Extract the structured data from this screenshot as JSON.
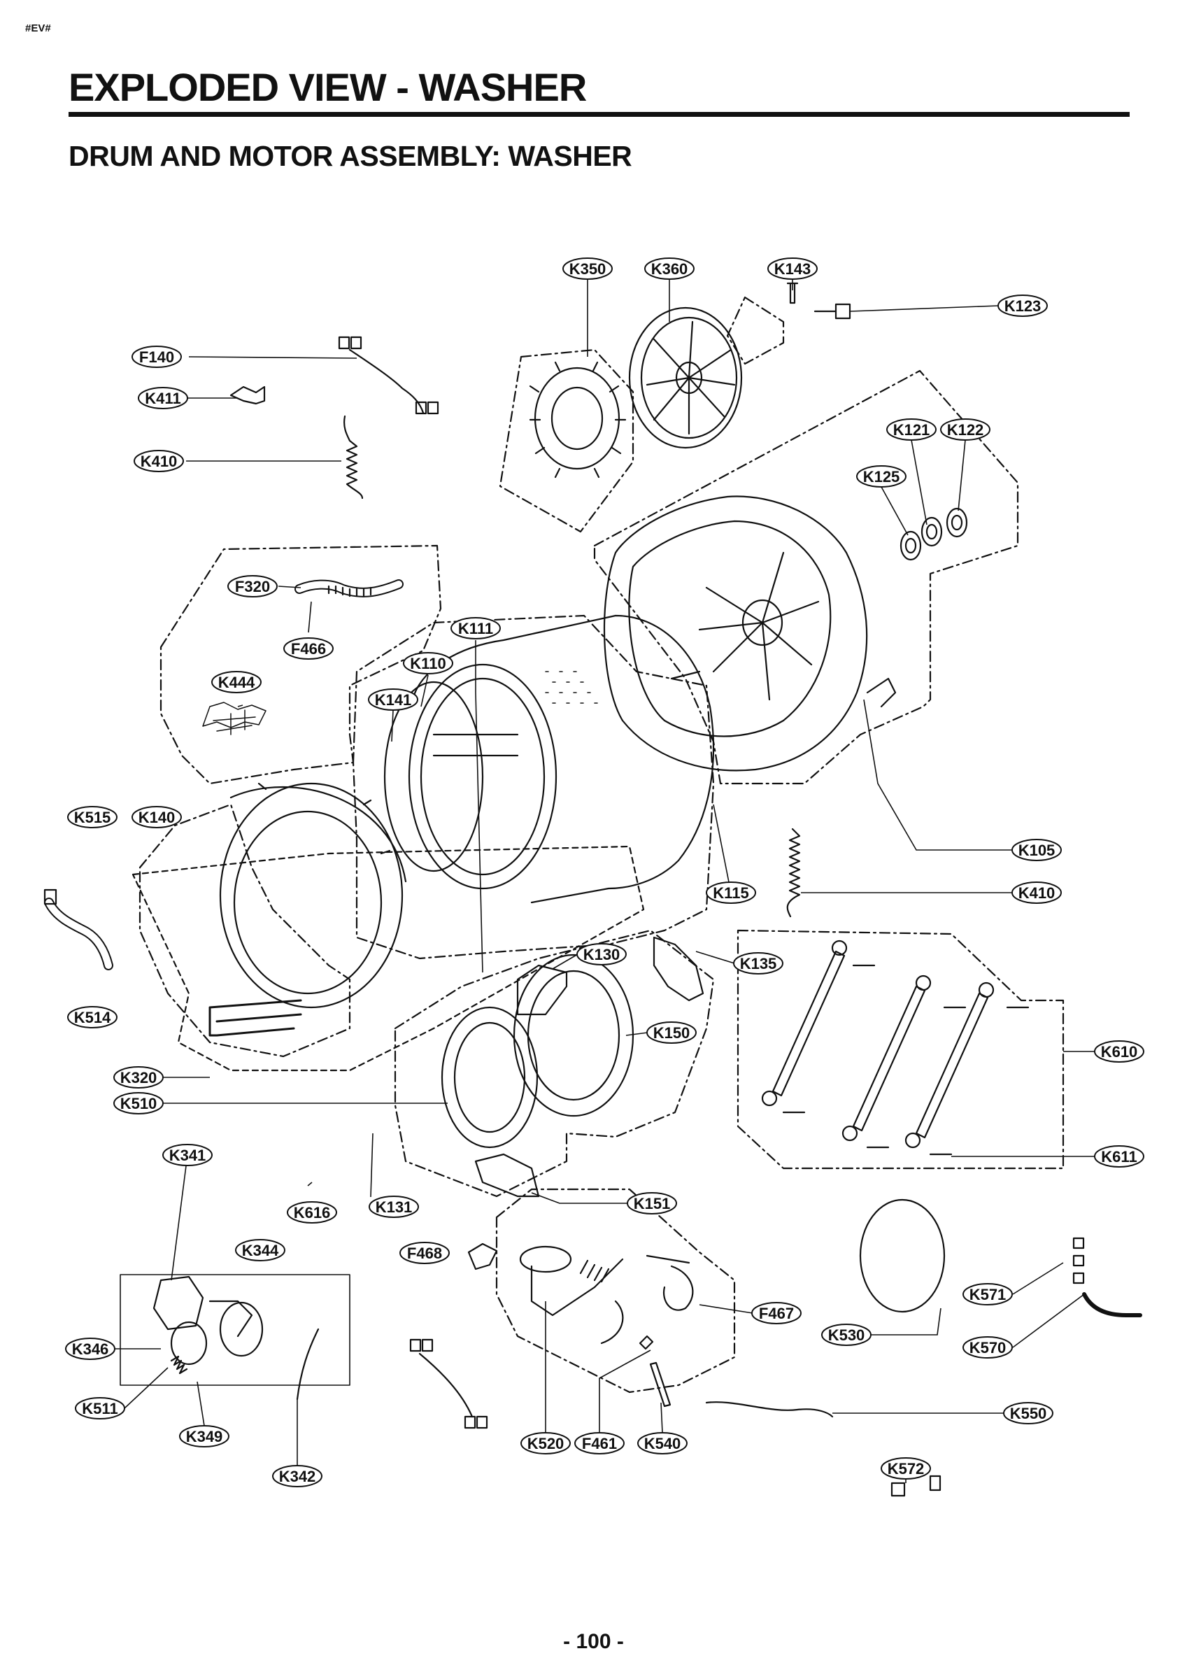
{
  "page_marker": "#EV#",
  "title": "EXPLODED VIEW - WASHER",
  "subtitle": "DRUM AND MOTOR ASSEMBLY: WASHER",
  "page_number": "- 100 -",
  "labels": {
    "K350": "K350",
    "K360": "K360",
    "K143": "K143",
    "K123": "K123",
    "F140": "F140",
    "K411": "K411",
    "K410a": "K410",
    "K121": "K121",
    "K122": "K122",
    "K125": "K125",
    "F320": "F320",
    "K111": "K111",
    "F466": "F466",
    "K110": "K110",
    "K444": "K444",
    "K141": "K141",
    "K515": "K515",
    "K140": "K140",
    "K105": "K105",
    "K115": "K115",
    "K410b": "K410",
    "K130": "K130",
    "K135": "K135",
    "K514": "K514",
    "K150": "K150",
    "K610": "K610",
    "K320": "K320",
    "K510": "K510",
    "K341": "K341",
    "K611": "K611",
    "K616": "K616",
    "K131": "K131",
    "K151": "K151",
    "K344": "K344",
    "F468": "F468",
    "F467": "F467",
    "K571": "K571",
    "K530": "K530",
    "K346": "K346",
    "K570": "K570",
    "K511": "K511",
    "K550": "K550",
    "K349": "K349",
    "K520": "K520",
    "F461": "F461",
    "K540": "K540",
    "K342": "K342",
    "K572": "K572"
  }
}
